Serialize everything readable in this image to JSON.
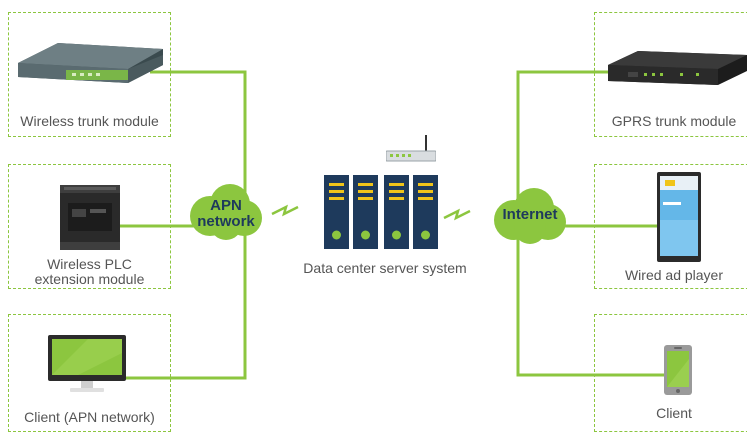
{
  "left": {
    "wireless_trunk_module": "Wireless trunk module",
    "wireless_plc_line1": "Wireless PLC",
    "wireless_plc_line2": "extension module",
    "client_apn": "Client (APN network)"
  },
  "right": {
    "gprs_trunk_module": "GPRS trunk module",
    "wired_ad_player": "Wired ad player",
    "client": "Client"
  },
  "center": {
    "apn_line1": "APN",
    "apn_line2": "network",
    "internet": "Internet",
    "data_center": "Data center server system"
  },
  "colors": {
    "accent_green": "#8cc63f",
    "server_navy": "#1e3a5c",
    "server_yellow": "#f0c419",
    "label_gray": "#555555"
  },
  "icons": [
    "router-icon",
    "plc-icon",
    "monitor-icon",
    "gprs-router-icon",
    "ad-player-icon",
    "smartphone-icon",
    "server-rack-icon",
    "wifi-router-icon",
    "lightning-icon",
    "cloud-icon"
  ]
}
